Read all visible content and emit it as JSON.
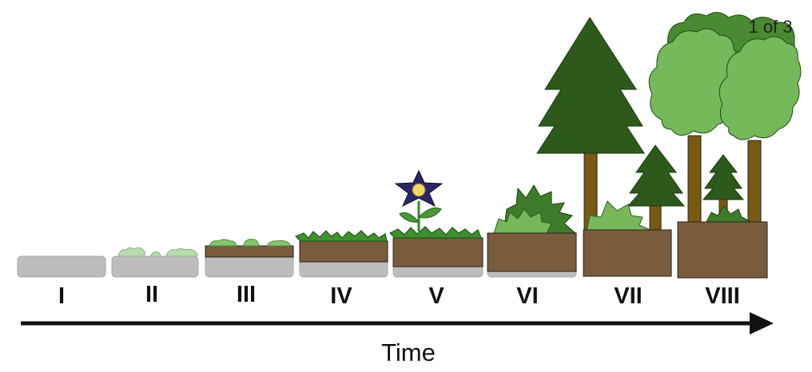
{
  "diagram": {
    "stages": [
      "I",
      "II",
      "III",
      "IV",
      "V",
      "VI",
      "VII",
      "VIII"
    ],
    "axis_label": "Time",
    "page_counter": "1 of 3"
  },
  "colors": {
    "rock": "#bdbdbd",
    "soil": "#7a5c3c",
    "lichen": "#b9dcae",
    "grass": "#3f8f2f",
    "shrub_light": "#78b85a",
    "shrub_dark": "#3e7c2c",
    "conifer": "#2d5a1b",
    "deciduous": "#74b95a",
    "trunk": "#7a5a10",
    "flower_petal": "#2a246d",
    "flower_center": "#f4d66a"
  }
}
